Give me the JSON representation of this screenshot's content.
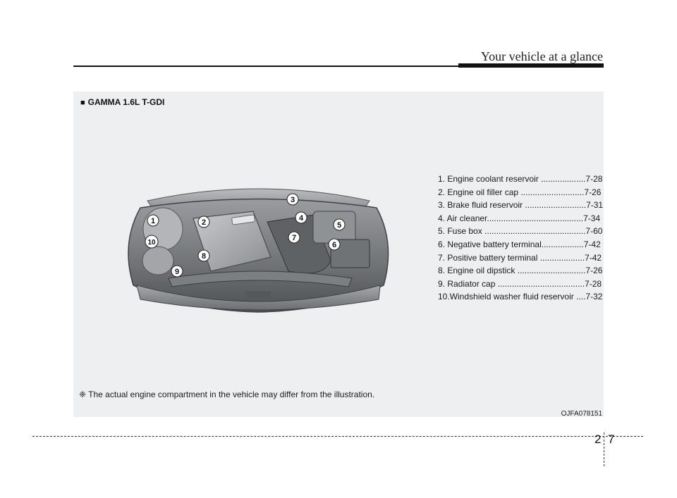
{
  "header": {
    "title": "Your vehicle at a glance"
  },
  "section": {
    "marker": "■",
    "label": "GAMMA 1.6L T-GDI"
  },
  "legend": {
    "items": [
      "1. Engine coolant reservoir ...................7-28",
      "2. Engine oil filler cap ...........................7-26",
      "3. Brake fluid reservoir ..........................7-31",
      "4. Air cleaner.........................................7-34",
      "5. Fuse box ...........................................7-60",
      "6. Negative battery terminal..................7-42",
      "7. Positive battery terminal ...................7-42",
      "8. Engine oil dipstick .............................7-26",
      "9. Radiator cap .....................................7-28",
      "10.Windshield washer fluid reservoir ....7-32"
    ]
  },
  "callouts": [
    "1",
    "2",
    "3",
    "4",
    "5",
    "6",
    "7",
    "8",
    "9",
    "10"
  ],
  "note": "❈ The actual engine compartment in the vehicle may differ from the illustration.",
  "image_code": "OJFA078151",
  "footer": {
    "chapter": "2",
    "page": "7"
  }
}
